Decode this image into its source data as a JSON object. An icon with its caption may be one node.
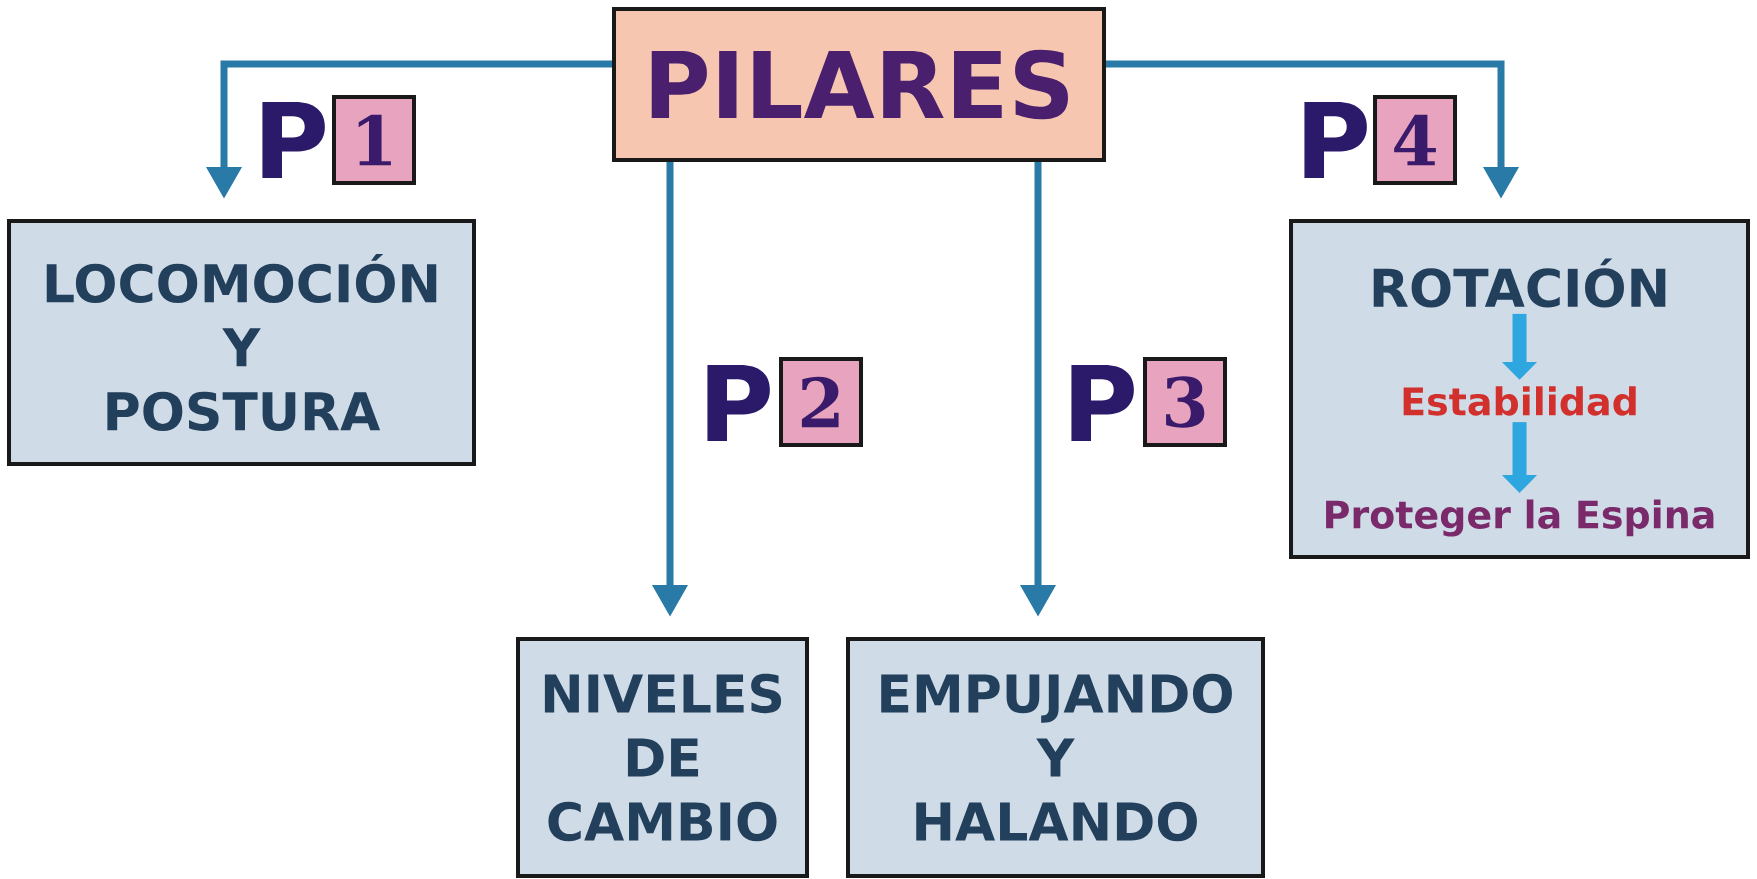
{
  "diagram": {
    "nodes": [
      {
        "text": [
          "PILARES"
        ]
      },
      {
        "text": [
          "LOCOMOCIÓN Y POSTURA"
        ]
      },
      {
        "text": [
          "NIVELES DE CAMBIO"
        ]
      },
      {
        "text": [
          "EMPUJANDO Y HALANDO"
        ]
      },
      {
        "text": [],
        "shape": "box"
      },
      {
        "text": [
          "ROTACIÓN"
        ],
        "in": 4
      },
      {
        "text": [
          "Estabilidad"
        ],
        "in": 4
      },
      {
        "text": [
          "Proteger la Espina"
        ],
        "in": 4
      }
    ],
    "edges": [
      {
        "from": 0,
        "to": 1,
        "arrow": "to"
      },
      {
        "from": 0,
        "to": 2,
        "arrow": "to"
      },
      {
        "from": 0,
        "to": 3,
        "arrow": "to"
      },
      {
        "from": 0,
        "to": 4,
        "arrow": "to"
      },
      {
        "from": 5,
        "to": 6,
        "arrow": "to",
        "style": "thick",
        "color": "#2ea6e0"
      },
      {
        "from": 6,
        "to": 7,
        "arrow": "to",
        "style": "thick",
        "color": "#2ea6e0"
      }
    ],
    "labels": [
      "P",
      "1",
      "P",
      "2",
      "P",
      "3",
      "P",
      "4"
    ]
  }
}
